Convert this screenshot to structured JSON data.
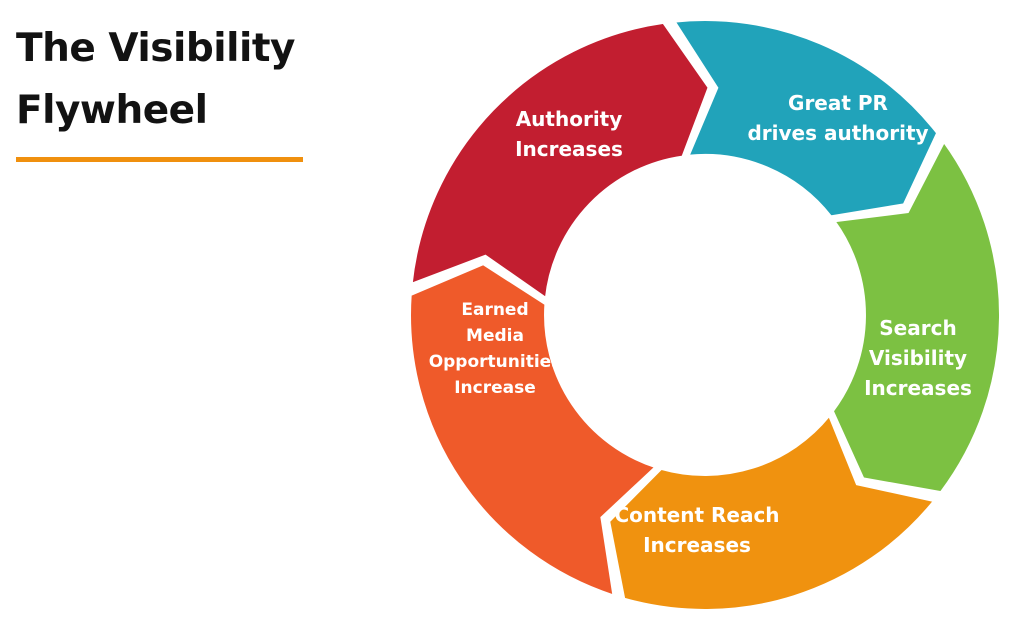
{
  "title": {
    "line1": "The Visibility",
    "line2": "Flywheel"
  },
  "accent_color": "#f0900e",
  "segments": [
    {
      "lines": [
        "Great PR",
        "drives authority"
      ],
      "color": "#21a3ba"
    },
    {
      "lines": [
        "Search",
        "Visibility",
        "Increases"
      ],
      "color": "#7cc142"
    },
    {
      "lines": [
        "Content Reach",
        "Increases"
      ],
      "color": "#f0920f"
    },
    {
      "lines": [
        "Earned",
        "Media",
        "Opportunities",
        "Increase"
      ],
      "color": "#ef5a2a"
    },
    {
      "lines": [
        "Authority",
        "Increases"
      ],
      "color": "#c21e30"
    }
  ]
}
